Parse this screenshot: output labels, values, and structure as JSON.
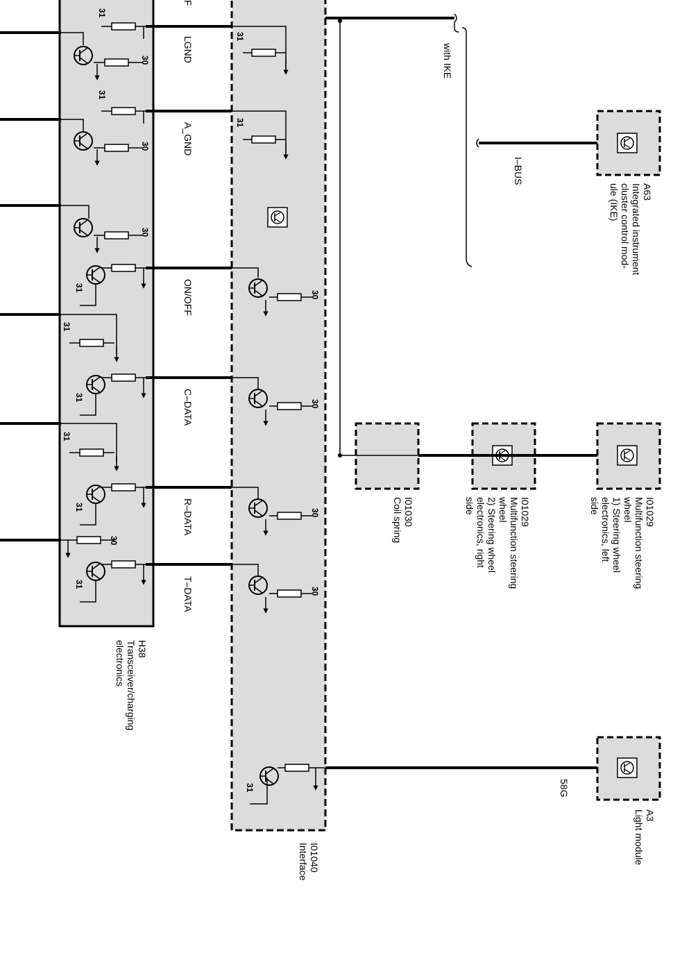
{
  "signals": {
    "partial_top": "F",
    "lgnd": "LGND",
    "a_gnd": "A_GND",
    "on_off": "ON/OFF",
    "c_data": "C–DATA",
    "r_data": "R–DATA",
    "t_data": "T–DATA"
  },
  "terminals": {
    "ground": "31",
    "supply": "30"
  },
  "buses": {
    "with_ike": "with IKE",
    "i_bus": "I–BUS",
    "g58": "58G"
  },
  "components": {
    "h38": {
      "code": "H38",
      "name": [
        "Transceiver/charging",
        "electronics"
      ]
    },
    "i01040": {
      "code": "I01040",
      "name": [
        "Interface"
      ]
    },
    "a63": {
      "code": "A63",
      "name": [
        "Integrated instrument",
        "cluster control mod-",
        "ule (IKE)"
      ]
    },
    "i01030": {
      "code": "I01030",
      "name": [
        "Coil spring"
      ]
    },
    "i01029_right": {
      "code": "I01029",
      "name": [
        "Multifunction steering",
        "wheel",
        "2) Steering wheel",
        "electronics, right",
        "side"
      ]
    },
    "i01029_left": {
      "code": "I01029",
      "name": [
        "Multifunction steering",
        "wheel",
        "1) Steering wheel",
        "electronics, left",
        "side"
      ]
    },
    "a3": {
      "code": "A3",
      "name": [
        "Light module"
      ]
    }
  },
  "colors": {
    "box_fill": "#dcdcdc",
    "line": "#000000",
    "background": "#ffffff"
  }
}
